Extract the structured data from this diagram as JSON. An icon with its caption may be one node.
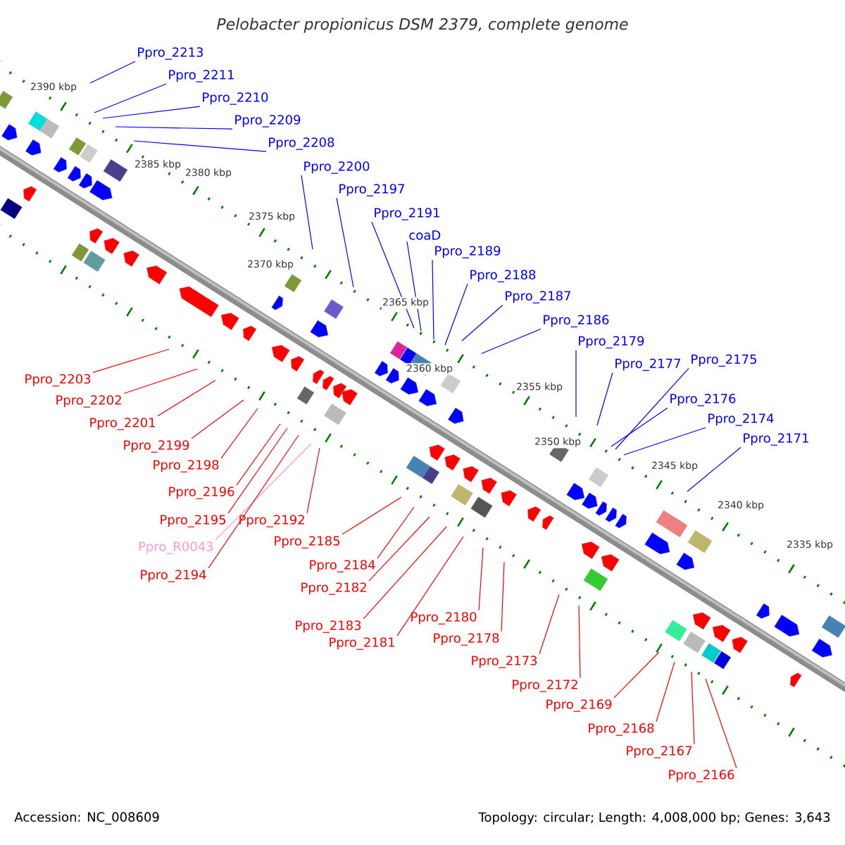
{
  "diagram": {
    "title": "Pelobacter propionicus DSM 2379, complete genome",
    "nodes": [
      {
        "text": [
          "Ppro_2213"
        ]
      },
      {
        "text": [
          "Ppro_2211"
        ]
      },
      {
        "text": [
          "Ppro_2210"
        ]
      },
      {
        "text": [
          "Ppro_2209"
        ]
      },
      {
        "text": [
          "Ppro_2208"
        ]
      },
      {
        "text": [
          "Ppro_2200"
        ]
      },
      {
        "text": [
          "Ppro_2197"
        ]
      },
      {
        "text": [
          "Ppro_2191"
        ]
      },
      {
        "text": [
          "coaD"
        ]
      },
      {
        "text": [
          "Ppro_2189"
        ]
      },
      {
        "text": [
          "Ppro_2188"
        ]
      },
      {
        "text": [
          "Ppro_2187"
        ]
      },
      {
        "text": [
          "Ppro_2186"
        ]
      },
      {
        "text": [
          "Ppro_2179"
        ]
      },
      {
        "text": [
          "Ppro_2177"
        ]
      },
      {
        "text": [
          "Ppro_2176"
        ]
      },
      {
        "text": [
          "Ppro_2175"
        ]
      },
      {
        "text": [
          "Ppro_2174"
        ]
      },
      {
        "text": [
          "Ppro_2171"
        ]
      },
      {
        "text": [
          "Ppro_2203"
        ]
      },
      {
        "text": [
          "Ppro_2202"
        ]
      },
      {
        "text": [
          "Ppro_2201"
        ]
      },
      {
        "text": [
          "Ppro_2199"
        ]
      },
      {
        "text": [
          "Ppro_2198"
        ]
      },
      {
        "text": [
          "Ppro_2196"
        ]
      },
      {
        "text": [
          "Ppro_2195"
        ]
      },
      {
        "text": [
          "Ppro_2192"
        ]
      },
      {
        "text": [
          "Ppro_R0043"
        ]
      },
      {
        "text": [
          "Ppro_2194"
        ]
      },
      {
        "text": [
          "Ppro_2185"
        ]
      },
      {
        "text": [
          "Ppro_2184"
        ]
      },
      {
        "text": [
          "Ppro_2182"
        ]
      },
      {
        "text": [
          "Ppro_2183"
        ]
      },
      {
        "text": [
          "Ppro_2181"
        ]
      },
      {
        "text": [
          "Ppro_2180"
        ]
      },
      {
        "text": [
          "Ppro_2178"
        ]
      },
      {
        "text": [
          "Ppro_2173"
        ]
      },
      {
        "text": [
          "Ppro_2172"
        ]
      },
      {
        "text": [
          "Ppro_2169"
        ]
      },
      {
        "text": [
          "Ppro_2168"
        ]
      },
      {
        "text": [
          "Ppro_2167"
        ]
      },
      {
        "text": [
          "Ppro_2166"
        ]
      }
    ],
    "edges": [
      {
        "from": 0,
        "to": null,
        "arrow": "none",
        "color": "#0000ff"
      },
      {
        "from": 1,
        "to": null,
        "arrow": "none",
        "color": "#0000ff"
      },
      {
        "from": 2,
        "to": null,
        "arrow": "none",
        "color": "#0000ff"
      },
      {
        "from": 3,
        "to": null,
        "arrow": "none",
        "color": "#0000ff"
      },
      {
        "from": 4,
        "to": null,
        "arrow": "none",
        "color": "#0000ff"
      },
      {
        "from": 5,
        "to": null,
        "arrow": "none",
        "color": "#0000ff"
      },
      {
        "from": 6,
        "to": null,
        "arrow": "none",
        "color": "#0000ff"
      },
      {
        "from": 7,
        "to": null,
        "arrow": "none",
        "color": "#0000ff"
      },
      {
        "from": 8,
        "to": null,
        "arrow": "none",
        "color": "#0000ff"
      },
      {
        "from": 9,
        "to": null,
        "arrow": "none",
        "color": "#0000ff"
      },
      {
        "from": 10,
        "to": null,
        "arrow": "none",
        "color": "#0000ff"
      },
      {
        "from": 11,
        "to": null,
        "arrow": "none",
        "color": "#0000ff"
      },
      {
        "from": 12,
        "to": null,
        "arrow": "none",
        "color": "#0000ff"
      },
      {
        "from": 13,
        "to": null,
        "arrow": "none",
        "color": "#0000ff"
      },
      {
        "from": 14,
        "to": null,
        "arrow": "none",
        "color": "#0000ff"
      },
      {
        "from": 15,
        "to": null,
        "arrow": "none",
        "color": "#0000ff"
      },
      {
        "from": 16,
        "to": null,
        "arrow": "none",
        "color": "#0000ff"
      },
      {
        "from": 17,
        "to": null,
        "arrow": "none",
        "color": "#0000ff"
      },
      {
        "from": 18,
        "to": null,
        "arrow": "none",
        "color": "#0000ff"
      },
      {
        "from": 19,
        "to": null,
        "arrow": "none"
      },
      {
        "from": 20,
        "to": null,
        "arrow": "none"
      },
      {
        "from": 21,
        "to": null,
        "arrow": "none"
      },
      {
        "from": 22,
        "to": null,
        "arrow": "none"
      },
      {
        "from": 23,
        "to": null,
        "arrow": "none"
      },
      {
        "from": 24,
        "to": null,
        "arrow": "none"
      },
      {
        "from": 25,
        "to": null,
        "arrow": "none"
      },
      {
        "from": 26,
        "to": null,
        "arrow": "none"
      },
      {
        "from": 27,
        "to": null,
        "arrow": "none",
        "color": "#ff99cc"
      },
      {
        "from": 28,
        "to": null,
        "arrow": "none"
      },
      {
        "from": 29,
        "to": null,
        "arrow": "none"
      },
      {
        "from": 30,
        "to": null,
        "arrow": "none"
      },
      {
        "from": 31,
        "to": null,
        "arrow": "none"
      },
      {
        "from": 32,
        "to": null,
        "arrow": "none"
      },
      {
        "from": 33,
        "to": null,
        "arrow": "none"
      },
      {
        "from": 34,
        "to": null,
        "arrow": "none"
      },
      {
        "from": 35,
        "to": null,
        "arrow": "none"
      },
      {
        "from": 36,
        "to": null,
        "arrow": "none"
      },
      {
        "from": 37,
        "to": null,
        "arrow": "none"
      },
      {
        "from": 38,
        "to": null,
        "arrow": "none"
      },
      {
        "from": 39,
        "to": null,
        "arrow": "none"
      },
      {
        "from": 40,
        "to": null,
        "arrow": "none"
      },
      {
        "from": 41,
        "to": null,
        "arrow": "none"
      }
    ],
    "labels": [
      "2390 kbp",
      "2385 kbp",
      "2380 kbp",
      "2375 kbp",
      "2370 kbp",
      "2365 kbp",
      "2360 kbp",
      "2355 kbp",
      "2350 kbp",
      "2345 kbp",
      "2340 kbp",
      "2335 kbp",
      "Accession: NC_008609",
      "Topology: circular; Length: 4,008,000 bp; Genes: 3,643"
    ]
  }
}
